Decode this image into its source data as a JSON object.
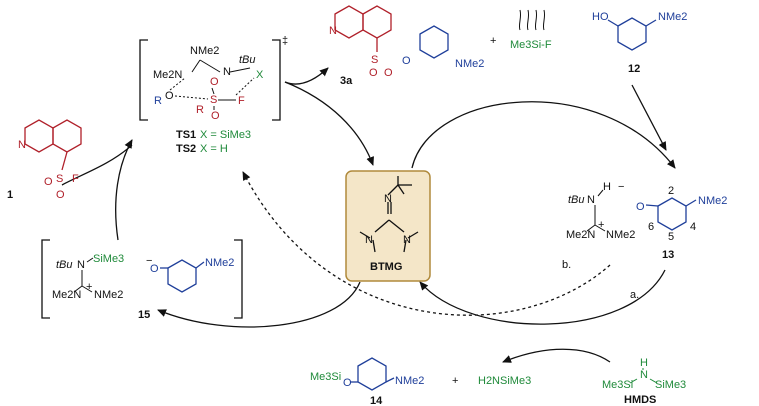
{
  "colors": {
    "red": "#b0202a",
    "blue": "#1f3f9a",
    "green": "#1f8a3a",
    "btmg_fill": "#f4e6c8",
    "btmg_stroke": "#b08a3c"
  },
  "compound_1": {
    "number": "1",
    "sulfonyl": "S",
    "oxygen": "O",
    "fluorine": "F"
  },
  "product_3a": {
    "number": "3a",
    "nme2": "NMe2",
    "sulfonyl": "S",
    "o": "O"
  },
  "plus_1": "+",
  "me3sif": {
    "text": "Me3Si-F"
  },
  "compound_12": {
    "number": "12",
    "ho": "HO",
    "nme2": "NMe2"
  },
  "compound_13": {
    "number": "13",
    "tbu": "tBu",
    "n": "N",
    "h": "H",
    "me2n": "Me2N",
    "nme2": "NMe2",
    "plus": "+",
    "o_minus": "O",
    "charge": "−",
    "pos2": "2",
    "pos4": "4",
    "pos5": "5",
    "pos6": "6",
    "nme2_ar": "NMe2"
  },
  "ts": {
    "nme2": "NMe2",
    "tbu": "tBu",
    "me2n": "Me2N",
    "n": "N",
    "x": "X",
    "r_o": "R",
    "o": "O",
    "s": "S",
    "r": "R",
    "f": "F",
    "dagger": "‡",
    "ts1_label": "TS1",
    "ts1_x": "X = SiMe3",
    "ts2_label": "TS2",
    "ts2_x": "X = H"
  },
  "btmg": {
    "label": "BTMG"
  },
  "compound_15": {
    "number": "15",
    "tbu": "tBu",
    "sime3": "SiMe3",
    "me2n": "Me2N",
    "nme2": "NMe2",
    "plus": "+",
    "o_minus": "O",
    "nme2_ar": "NMe2"
  },
  "compound_14": {
    "number": "14",
    "me3si": "Me3Si",
    "o": "O",
    "nme2": "NMe2"
  },
  "plus_2": "+",
  "h2nsime3": "H2NSiMe3",
  "hmds": {
    "label": "HMDS",
    "h": "H",
    "n": "N",
    "me3si": "Me3Si",
    "sime3": "SiMe3"
  },
  "arrow_labels": {
    "a": "a.",
    "b": "b."
  }
}
